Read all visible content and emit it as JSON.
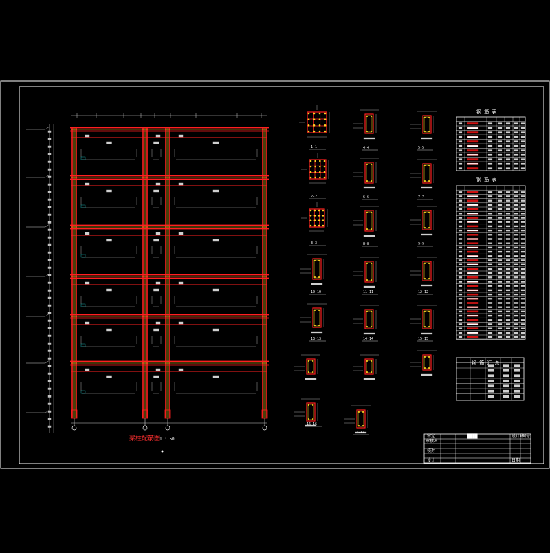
{
  "colors": {
    "background": "#000000",
    "frame": "#ffffff",
    "beam": "#ff2020",
    "rebar": "#ffd020",
    "dim": "#cfcfcf",
    "text": "#ffffff",
    "cyan": "#20d0d0"
  },
  "drawing": {
    "title": "梁柱配筋图",
    "scale": "1 : 50"
  },
  "sections": [
    {
      "label": "1-1"
    },
    {
      "label": "2-2"
    },
    {
      "label": "3-3"
    },
    {
      "label": "4-4"
    },
    {
      "label": "5-5"
    },
    {
      "label": "6-6"
    },
    {
      "label": "7-7"
    },
    {
      "label": "8-8"
    },
    {
      "label": "9-9"
    },
    {
      "label": "10-10"
    },
    {
      "label": "11-11"
    },
    {
      "label": "12-12"
    },
    {
      "label": "13-13"
    },
    {
      "label": "14-14"
    },
    {
      "label": "15-15"
    },
    {
      "label": "16-16"
    },
    {
      "label": "17-17"
    }
  ],
  "table1": {
    "title": "钢 筋 表"
  },
  "table2": {
    "title": "钢 筋 表"
  },
  "summary": {
    "title": "钢 筋 汇 总"
  },
  "title_block": {
    "cells": [
      "审定",
      "设计号",
      "图号",
      "审核人",
      "",
      "",
      "校对",
      "",
      "",
      "设计",
      "",
      "日期"
    ]
  }
}
